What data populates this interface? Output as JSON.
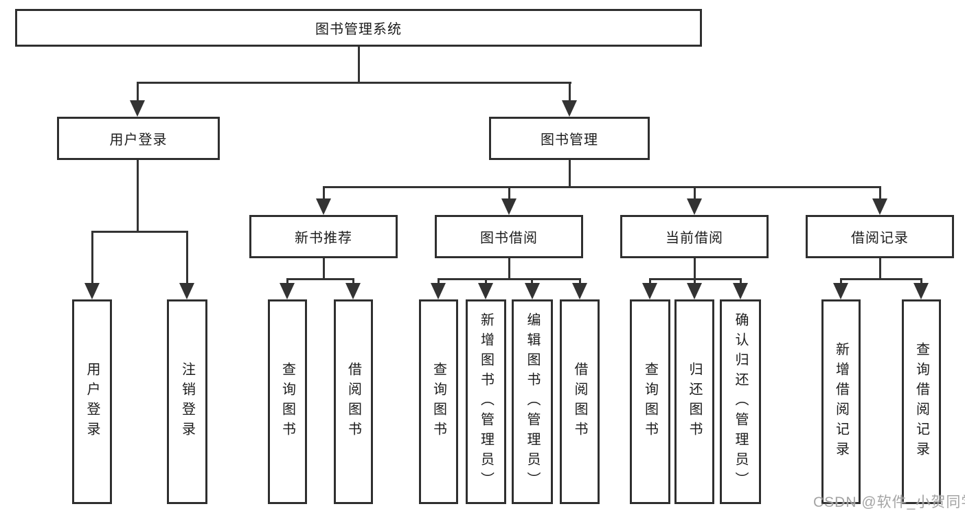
{
  "colors": {
    "background": "#ffffff",
    "line": "#333333",
    "box_border": "#2f2f2f",
    "text": "#1c1c1c",
    "watermark_text": "#9a9a9a"
  },
  "tree": {
    "root": {
      "label": "图书管理系统"
    },
    "branches": [
      {
        "label": "用户登录",
        "children": [
          {
            "label": "用户登录"
          },
          {
            "label": "注销登录"
          }
        ]
      },
      {
        "label": "图书管理",
        "children": [
          {
            "label": "新书推荐",
            "children": [
              {
                "label": "查询图书"
              },
              {
                "label": "借阅图书"
              }
            ]
          },
          {
            "label": "图书借阅",
            "children": [
              {
                "label": "查询图书"
              },
              {
                "label": "新增图书（管理员）"
              },
              {
                "label": "编辑图书（管理员）"
              },
              {
                "label": "借阅图书"
              }
            ]
          },
          {
            "label": "当前借阅",
            "children": [
              {
                "label": "查询图书"
              },
              {
                "label": "归还图书"
              },
              {
                "label": "确认归还（管理员）"
              }
            ]
          },
          {
            "label": "借阅记录",
            "children": [
              {
                "label": "新增借阅记录"
              },
              {
                "label": "查询借阅记录"
              }
            ]
          }
        ]
      }
    ]
  },
  "watermark": {
    "text": "CSDN @软件_小贺同学"
  }
}
